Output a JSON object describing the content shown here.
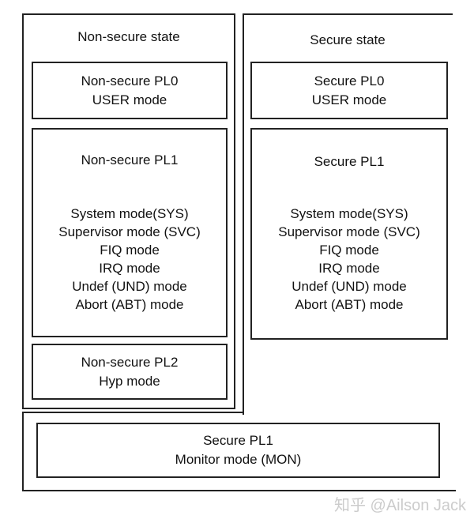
{
  "diagram": {
    "non_secure_state": {
      "title": "Non-secure state",
      "pl0": {
        "line1": "Non-secure PL0",
        "line2": "USER mode"
      },
      "pl1": {
        "title": "Non-secure PL1",
        "modes": [
          "System mode(SYS)",
          "Supervisor mode (SVC)",
          "FIQ mode",
          "IRQ mode",
          "Undef (UND) mode",
          "Abort (ABT) mode"
        ]
      },
      "pl2": {
        "line1": "Non-secure PL2",
        "line2": "Hyp mode"
      }
    },
    "secure_state": {
      "title": "Secure state",
      "pl0": {
        "line1": "Secure PL0",
        "line2": "USER mode"
      },
      "pl1": {
        "title": "Secure PL1",
        "modes": [
          "System mode(SYS)",
          "Supervisor mode (SVC)",
          "FIQ mode",
          "IRQ mode",
          "Undef (UND) mode",
          "Abort (ABT) mode"
        ]
      }
    },
    "monitor": {
      "line1": "Secure PL1",
      "line2": "Monitor mode (MON)"
    },
    "watermark": "知乎 @Ailson Jack",
    "colors": {
      "line": "#222222",
      "text": "#111111",
      "watermark": "#cccccc",
      "background": "#ffffff"
    }
  }
}
